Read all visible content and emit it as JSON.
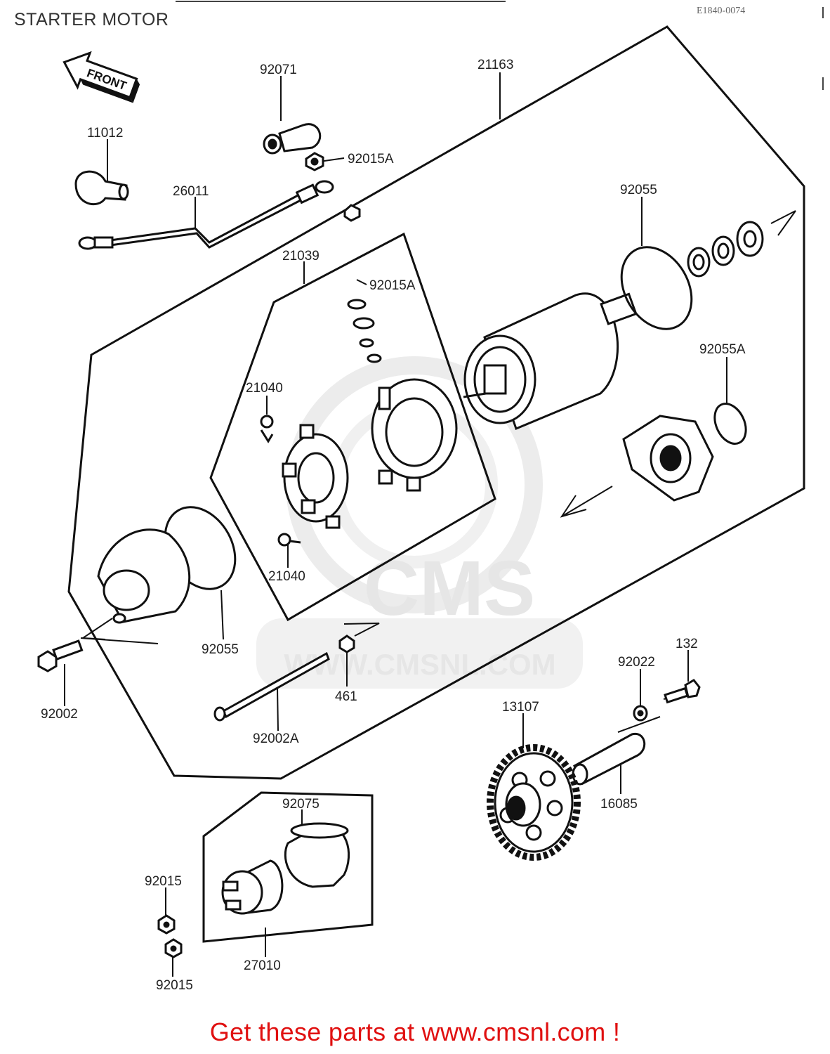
{
  "header": {
    "title": "STARTER MOTOR",
    "drawing_code": "E1840-0074"
  },
  "direction_marker": {
    "label": "FRONT",
    "icon": "front-arrow-icon"
  },
  "watermark": {
    "logo_text": "CMS",
    "url_text": "WWW.CMSNL.COM"
  },
  "parts": [
    {
      "id": "11012"
    },
    {
      "id": "92071"
    },
    {
      "id": "21163"
    },
    {
      "id": "92015A"
    },
    {
      "id": "26011"
    },
    {
      "id": "92055"
    },
    {
      "id": "21039"
    },
    {
      "id": "92015A"
    },
    {
      "id": "92055A"
    },
    {
      "id": "21040"
    },
    {
      "id": "21040"
    },
    {
      "id": "92055"
    },
    {
      "id": "92002"
    },
    {
      "id": "461"
    },
    {
      "id": "92002A"
    },
    {
      "id": "132"
    },
    {
      "id": "92022"
    },
    {
      "id": "13107"
    },
    {
      "id": "16085"
    },
    {
      "id": "92075"
    },
    {
      "id": "92015"
    },
    {
      "id": "92015"
    },
    {
      "id": "27010"
    }
  ],
  "footer": {
    "link_text": "Get these parts at www.cmsnl.com !",
    "link_color": "#e01010"
  }
}
